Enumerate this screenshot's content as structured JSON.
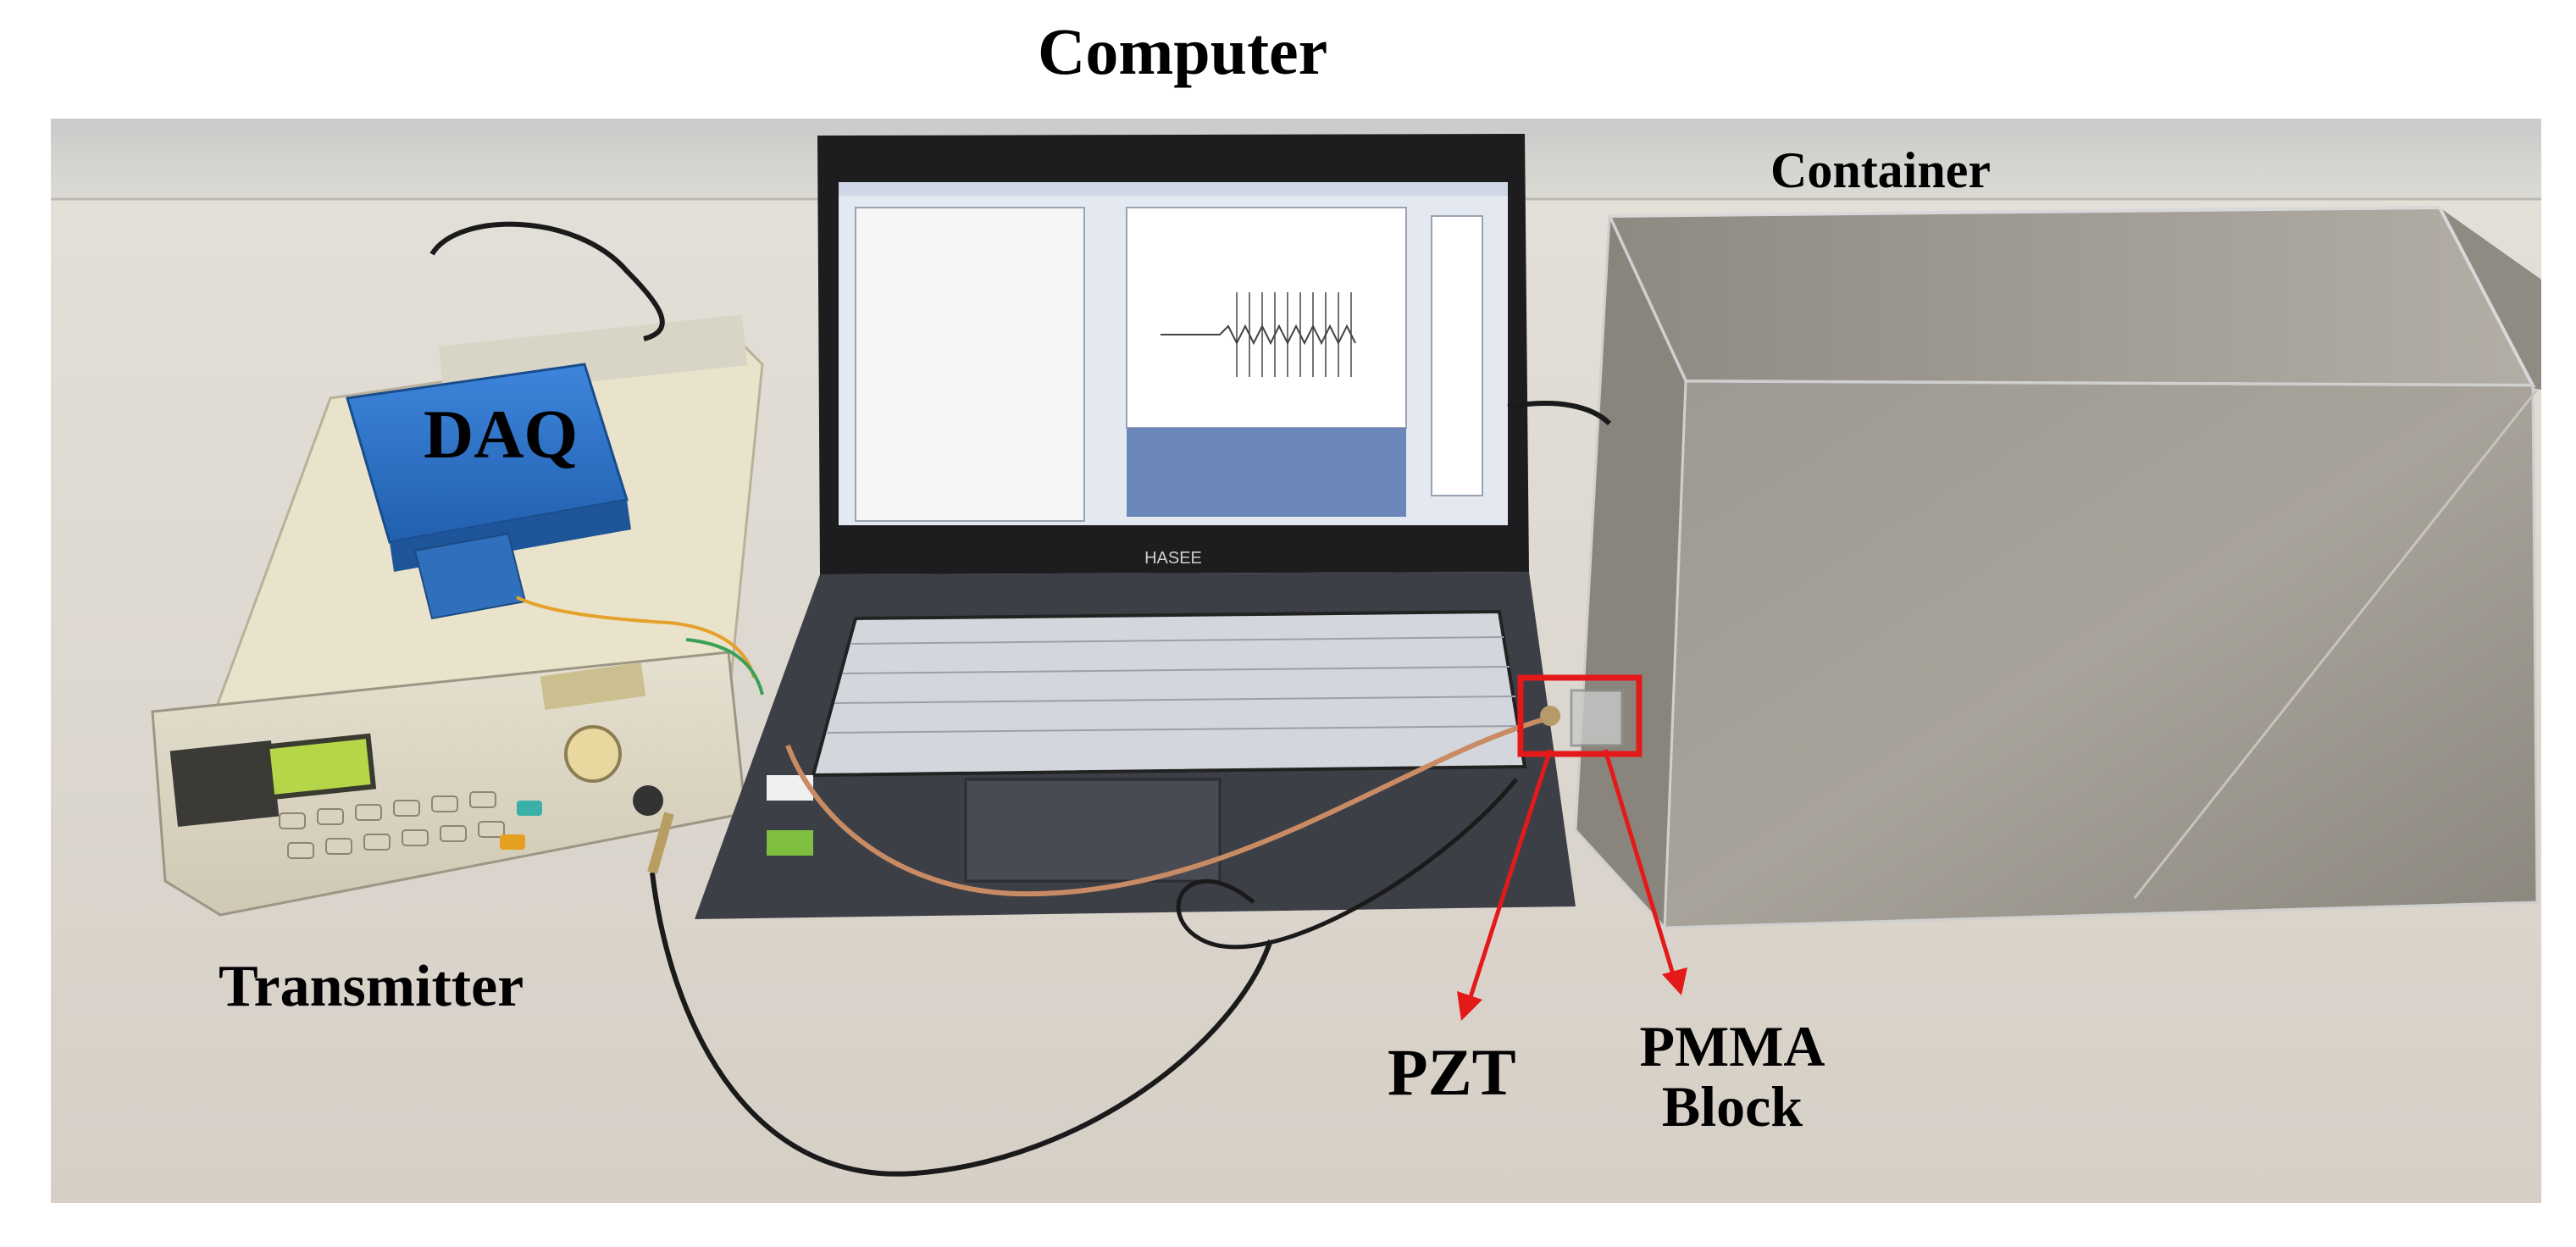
{
  "labels": {
    "computer": "Computer",
    "container": "Container",
    "daq": "DAQ",
    "transmitter": "Transmitter",
    "pzt": "PZT",
    "pmma_line1": "PMMA",
    "pmma_line2": "Block"
  },
  "laptop_brand": "Hasee",
  "colors": {
    "annotation_red": "#e41a1a",
    "daq_blue": "#2a6fc4",
    "lcd_green": "#b6d64a"
  }
}
